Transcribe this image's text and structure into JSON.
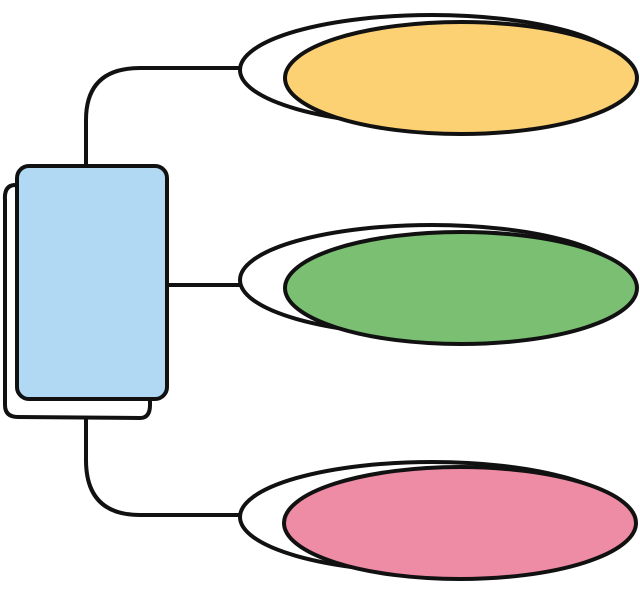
{
  "diagram": {
    "stroke_color": "#111111",
    "root": {
      "fill": "#B1D9F4",
      "shadow_fill": "#FFFFFF"
    },
    "branches": [
      {
        "id": "top",
        "fill": "#FCD174",
        "shadow_fill": "#FFFFFF"
      },
      {
        "id": "middle",
        "fill": "#7BBF72",
        "shadow_fill": "#FFFFFF"
      },
      {
        "id": "bottom",
        "fill": "#EF8CA5",
        "shadow_fill": "#FFFFFF"
      }
    ]
  }
}
